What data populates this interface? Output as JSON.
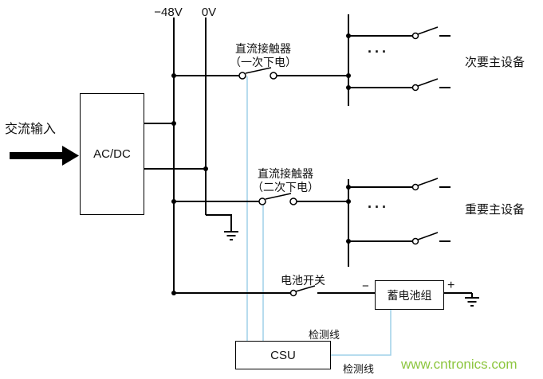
{
  "diagram": {
    "labels": {
      "bus_neg48": "−48V",
      "bus_0v": "0V",
      "ac_input": "交流输入",
      "acdc": "AC/DC",
      "contactor1_line1": "直流接触器",
      "contactor1_line2": "（一次下电）",
      "contactor2_line1": "直流接触器",
      "contactor2_line2": "（二次下电）",
      "loads_secondary": "次要主设备",
      "loads_primary": "重要主设备",
      "ellipsis_top": "···",
      "ellipsis_bottom": "···",
      "battery_switch": "电池开关",
      "battery": "蓄电池组",
      "battery_minus": "−",
      "battery_plus": "+",
      "csu": "CSU",
      "detect_line_top": "检测线",
      "detect_line_bottom": "检测线",
      "watermark": "www.cntronics.com"
    },
    "colors": {
      "wire": "#000000",
      "detect_line": "#9fd0e8",
      "watermark": "#8dc63f",
      "background": "#ffffff"
    }
  }
}
